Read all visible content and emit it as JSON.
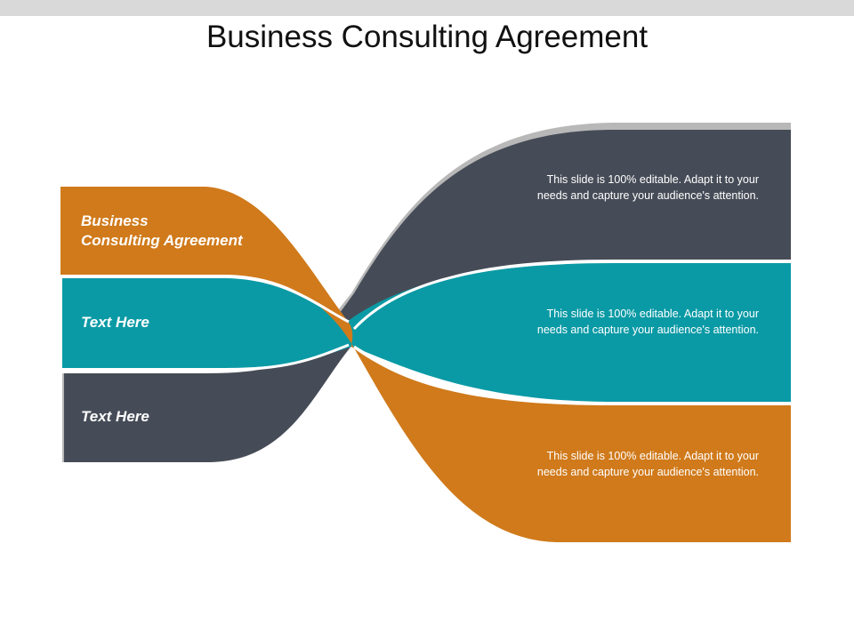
{
  "slide": {
    "title": "Business Consulting Agreement"
  },
  "left_labels": [
    {
      "text": "Business\nConsulting Agreement",
      "color": "#d07a1b"
    },
    {
      "text": "Text Here",
      "color": "#0a9aa5"
    },
    {
      "text": "Text Here",
      "color": "#464c57"
    }
  ],
  "right_blocks": [
    {
      "text": "This slide is 100% editable. Adapt it to your needs and capture your audience's attention.",
      "color": "#464c57"
    },
    {
      "text": "This slide is 100% editable. Adapt it to your needs and capture your audience's attention.",
      "color": "#0a9aa5"
    },
    {
      "text": "This slide is 100% editable. Adapt it to your needs and capture your audience's attention.",
      "color": "#d07a1b"
    }
  ]
}
